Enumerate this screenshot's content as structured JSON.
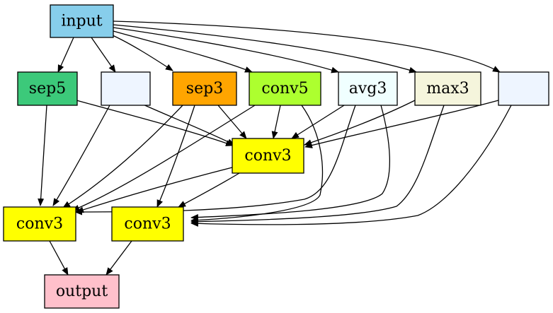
{
  "nodes": {
    "input": {
      "label": "input",
      "fill": "#87ceeb"
    },
    "sep5": {
      "label": "sep5",
      "fill": "#3cc97a"
    },
    "blank1": {
      "label": "",
      "fill": "#eef5ff"
    },
    "sep3": {
      "label": "sep3",
      "fill": "#ffa500"
    },
    "conv5": {
      "label": "conv5",
      "fill": "#adff2f"
    },
    "avg3": {
      "label": "avg3",
      "fill": "#f0ffff"
    },
    "max3": {
      "label": "max3",
      "fill": "#f5f5dc"
    },
    "blank2": {
      "label": "",
      "fill": "#eef5ff"
    },
    "conv3_mid": {
      "label": "conv3",
      "fill": "#ffff00"
    },
    "conv3_left": {
      "label": "conv3",
      "fill": "#ffff00"
    },
    "conv3_right": {
      "label": "conv3",
      "fill": "#ffff00"
    },
    "output": {
      "label": "output",
      "fill": "#ffc0cb"
    }
  },
  "edges": [
    [
      "input",
      "sep5"
    ],
    [
      "input",
      "blank1"
    ],
    [
      "input",
      "sep3"
    ],
    [
      "input",
      "conv5"
    ],
    [
      "input",
      "avg3"
    ],
    [
      "input",
      "max3"
    ],
    [
      "input",
      "blank2"
    ],
    [
      "sep5",
      "conv3_left"
    ],
    [
      "sep5",
      "conv3_mid"
    ],
    [
      "blank1",
      "conv3_left"
    ],
    [
      "blank1",
      "conv3_mid"
    ],
    [
      "sep3",
      "conv3_left"
    ],
    [
      "sep3",
      "conv3_mid"
    ],
    [
      "sep3",
      "conv3_right"
    ],
    [
      "conv5",
      "conv3_left"
    ],
    [
      "conv5",
      "conv3_mid"
    ],
    [
      "conv5",
      "conv3_right"
    ],
    [
      "avg3",
      "conv3_mid"
    ],
    [
      "avg3",
      "conv3_left"
    ],
    [
      "avg3",
      "conv3_right"
    ],
    [
      "max3",
      "conv3_mid"
    ],
    [
      "max3",
      "conv3_right"
    ],
    [
      "blank2",
      "conv3_mid"
    ],
    [
      "blank2",
      "conv3_right"
    ],
    [
      "conv3_mid",
      "conv3_left"
    ],
    [
      "conv3_mid",
      "conv3_right"
    ],
    [
      "conv3_left",
      "output"
    ],
    [
      "conv3_right",
      "output"
    ]
  ]
}
